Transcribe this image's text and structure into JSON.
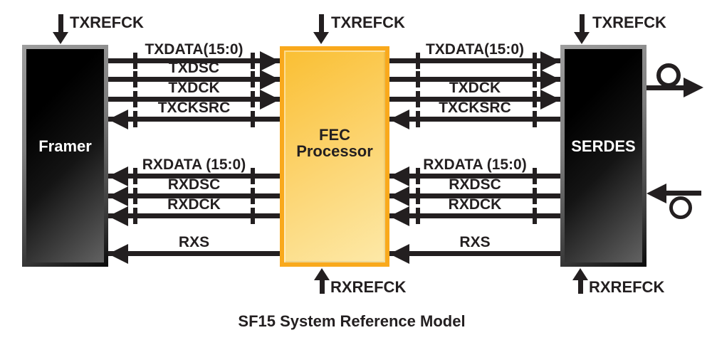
{
  "caption": "SF15 System Reference Model",
  "blocks": {
    "framer": {
      "label": "Framer"
    },
    "fec": {
      "line1": "FEC",
      "line2": "Processor"
    },
    "serdes": {
      "label": "SERDES"
    }
  },
  "clock_inputs": {
    "framer_top": "TXREFCK",
    "fec_top": "TXREFCK",
    "serdes_top": "TXREFCK",
    "fec_bottom": "RXREFCK",
    "serdes_bottom": "RXREFCK"
  },
  "buses": {
    "framer_fec_tx": [
      {
        "label": "TXDATA(15:0)",
        "direction": "right"
      },
      {
        "label": "TXDSC",
        "direction": "right"
      },
      {
        "label": "TXDCK",
        "direction": "right"
      },
      {
        "label": "TXCKSRC",
        "direction": "left"
      }
    ],
    "fec_serdes_tx": [
      {
        "label": "TXDATA(15:0)",
        "direction": "right"
      },
      {
        "label": "",
        "direction": "right"
      },
      {
        "label": "TXDCK",
        "direction": "right"
      },
      {
        "label": "TXCKSRC",
        "direction": "left"
      }
    ],
    "framer_fec_rx": [
      {
        "label": "RXDATA (15:0)",
        "direction": "left"
      },
      {
        "label": "RXDSC",
        "direction": "left"
      },
      {
        "label": "RXDCK",
        "direction": "left"
      },
      {
        "label": "RXS",
        "direction": "left"
      }
    ],
    "fec_serdes_rx": [
      {
        "label": "RXDATA (15:0)",
        "direction": "left"
      },
      {
        "label": "RXDSC",
        "direction": "left"
      },
      {
        "label": "RXDCK",
        "direction": "left"
      },
      {
        "label": "RXS",
        "direction": "left"
      }
    ]
  },
  "serial_io": {
    "tx_out_icon": "fiber-loop-arrow-right",
    "rx_in_icon": "fiber-loop-arrow-left"
  },
  "colors": {
    "ink": "#231f20",
    "background": "#ffffff",
    "fec_border": "#f9a91c",
    "fec_fill_top": "#fabf33",
    "fec_fill_bottom": "#fde9a8",
    "dark_block_border": "#8c8c8c",
    "dark_block_fill": "#0a0a0a",
    "dark_block_label": "#ffffff"
  }
}
